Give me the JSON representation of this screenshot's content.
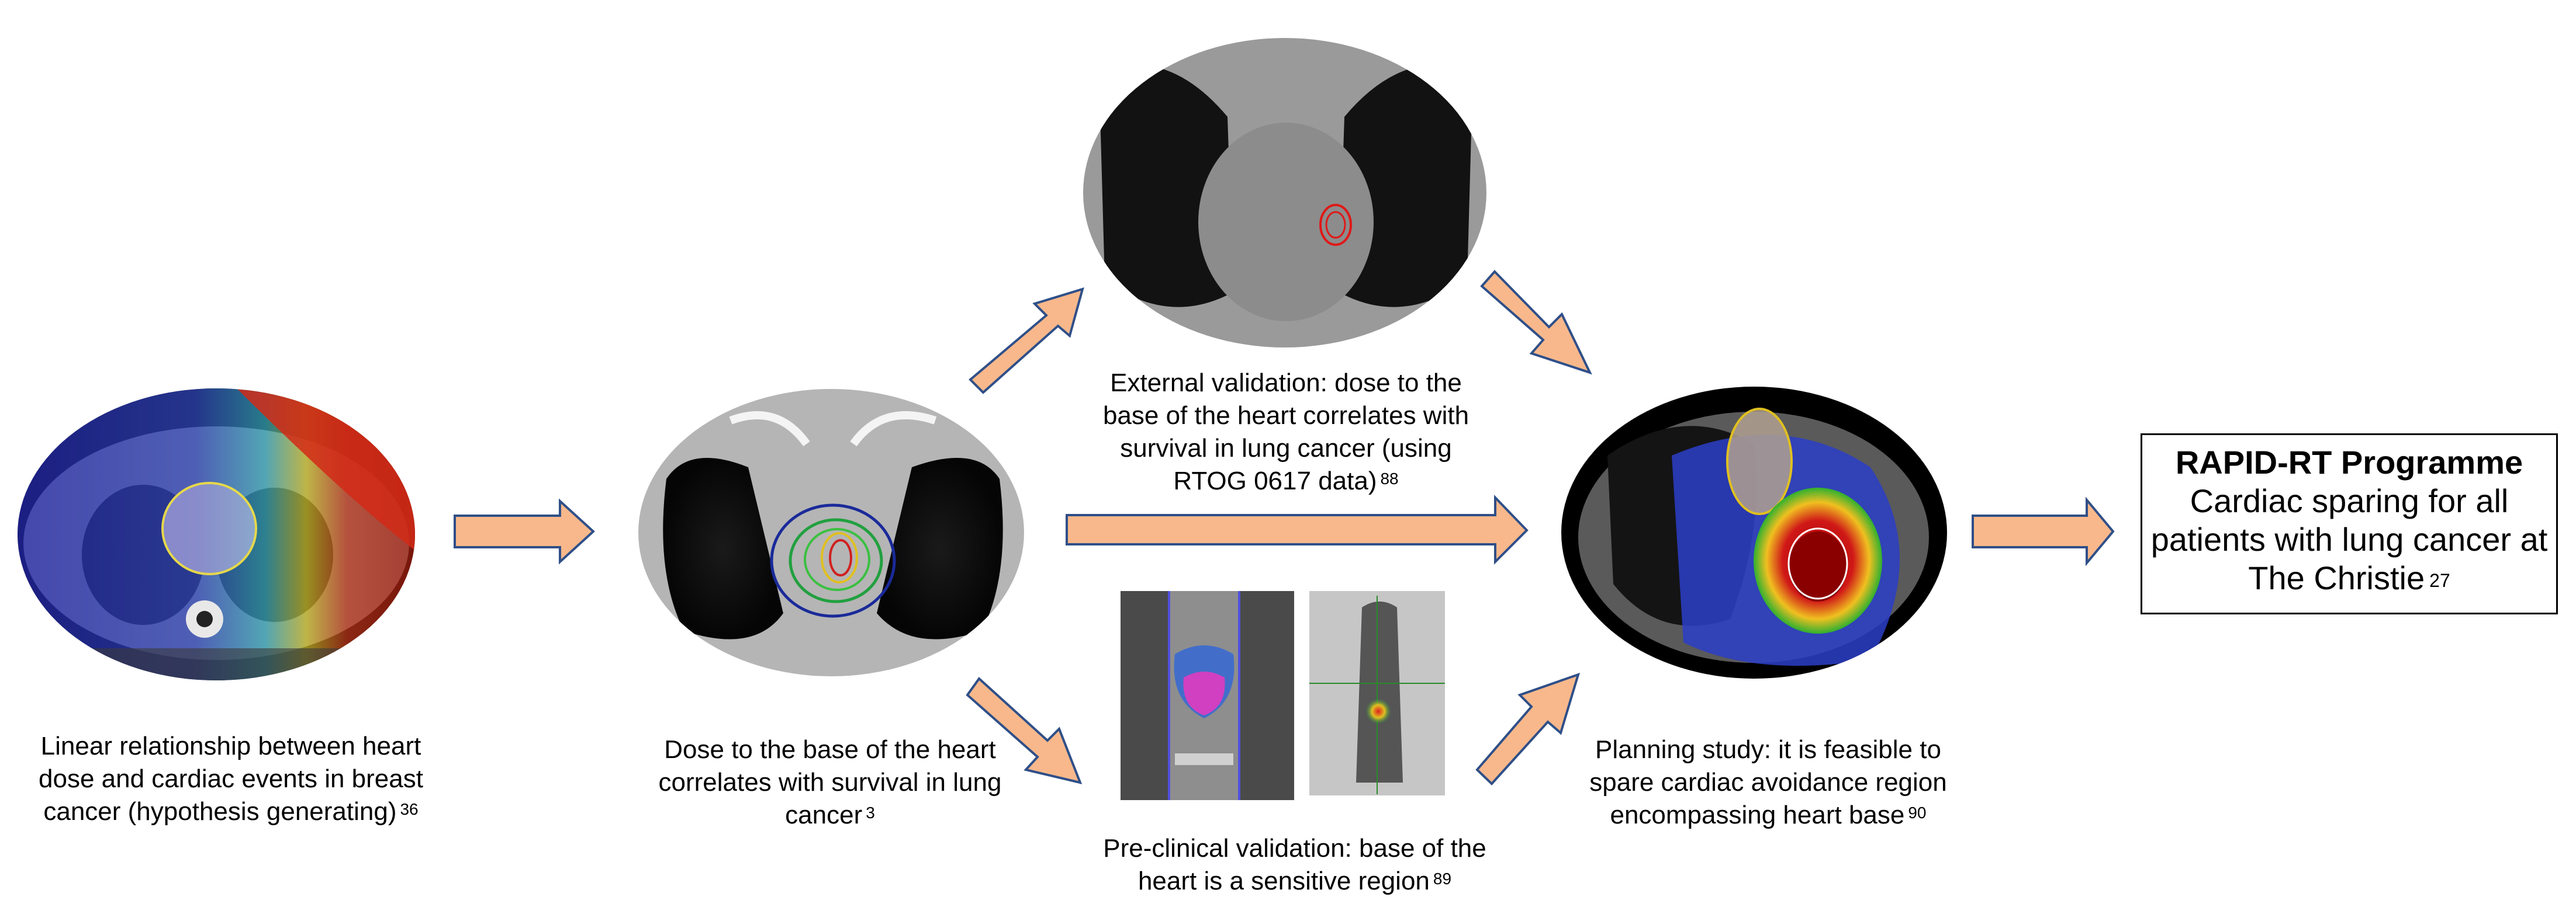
{
  "steps": {
    "breast": {
      "text": "Linear relationship between heart dose and cardiac events in breast cancer (hypothesis generating)",
      "ref": "36",
      "image_alt": "Axial CT with dose colour wash over the breast and outlined heart"
    },
    "base_dose": {
      "text": "Dose to the base of the heart correlates with survival in lung cancer",
      "ref": "3",
      "image_alt": "Coronal CT with isodose contours around the heart base"
    },
    "external": {
      "text": "External validation: dose  to the base of the heart correlates with survival in lung cancer (using RTOG 0617 data)",
      "ref": "88",
      "image_alt": "Coronal CT chest with red contours at heart base"
    },
    "preclinical": {
      "text": "Pre-clinical validation: base of the heart is a sensitive region",
      "ref": "89",
      "image_alt": "Pre-clinical mouse imaging with heart base target"
    },
    "planning": {
      "text": "Planning study: it is feasible to spare cardiac avoidance region encompassing heart base",
      "ref": "90",
      "image_alt": "Axial CT with dose colour wash sparing the heart"
    }
  },
  "programme": {
    "title": "RAPID-RT Programme",
    "text": "Cardiac sparing for all patients with lung cancer at The Christie",
    "ref": "27"
  },
  "colors": {
    "arrow_fill": "#f8b88b",
    "arrow_stroke": "#2f4f88"
  }
}
